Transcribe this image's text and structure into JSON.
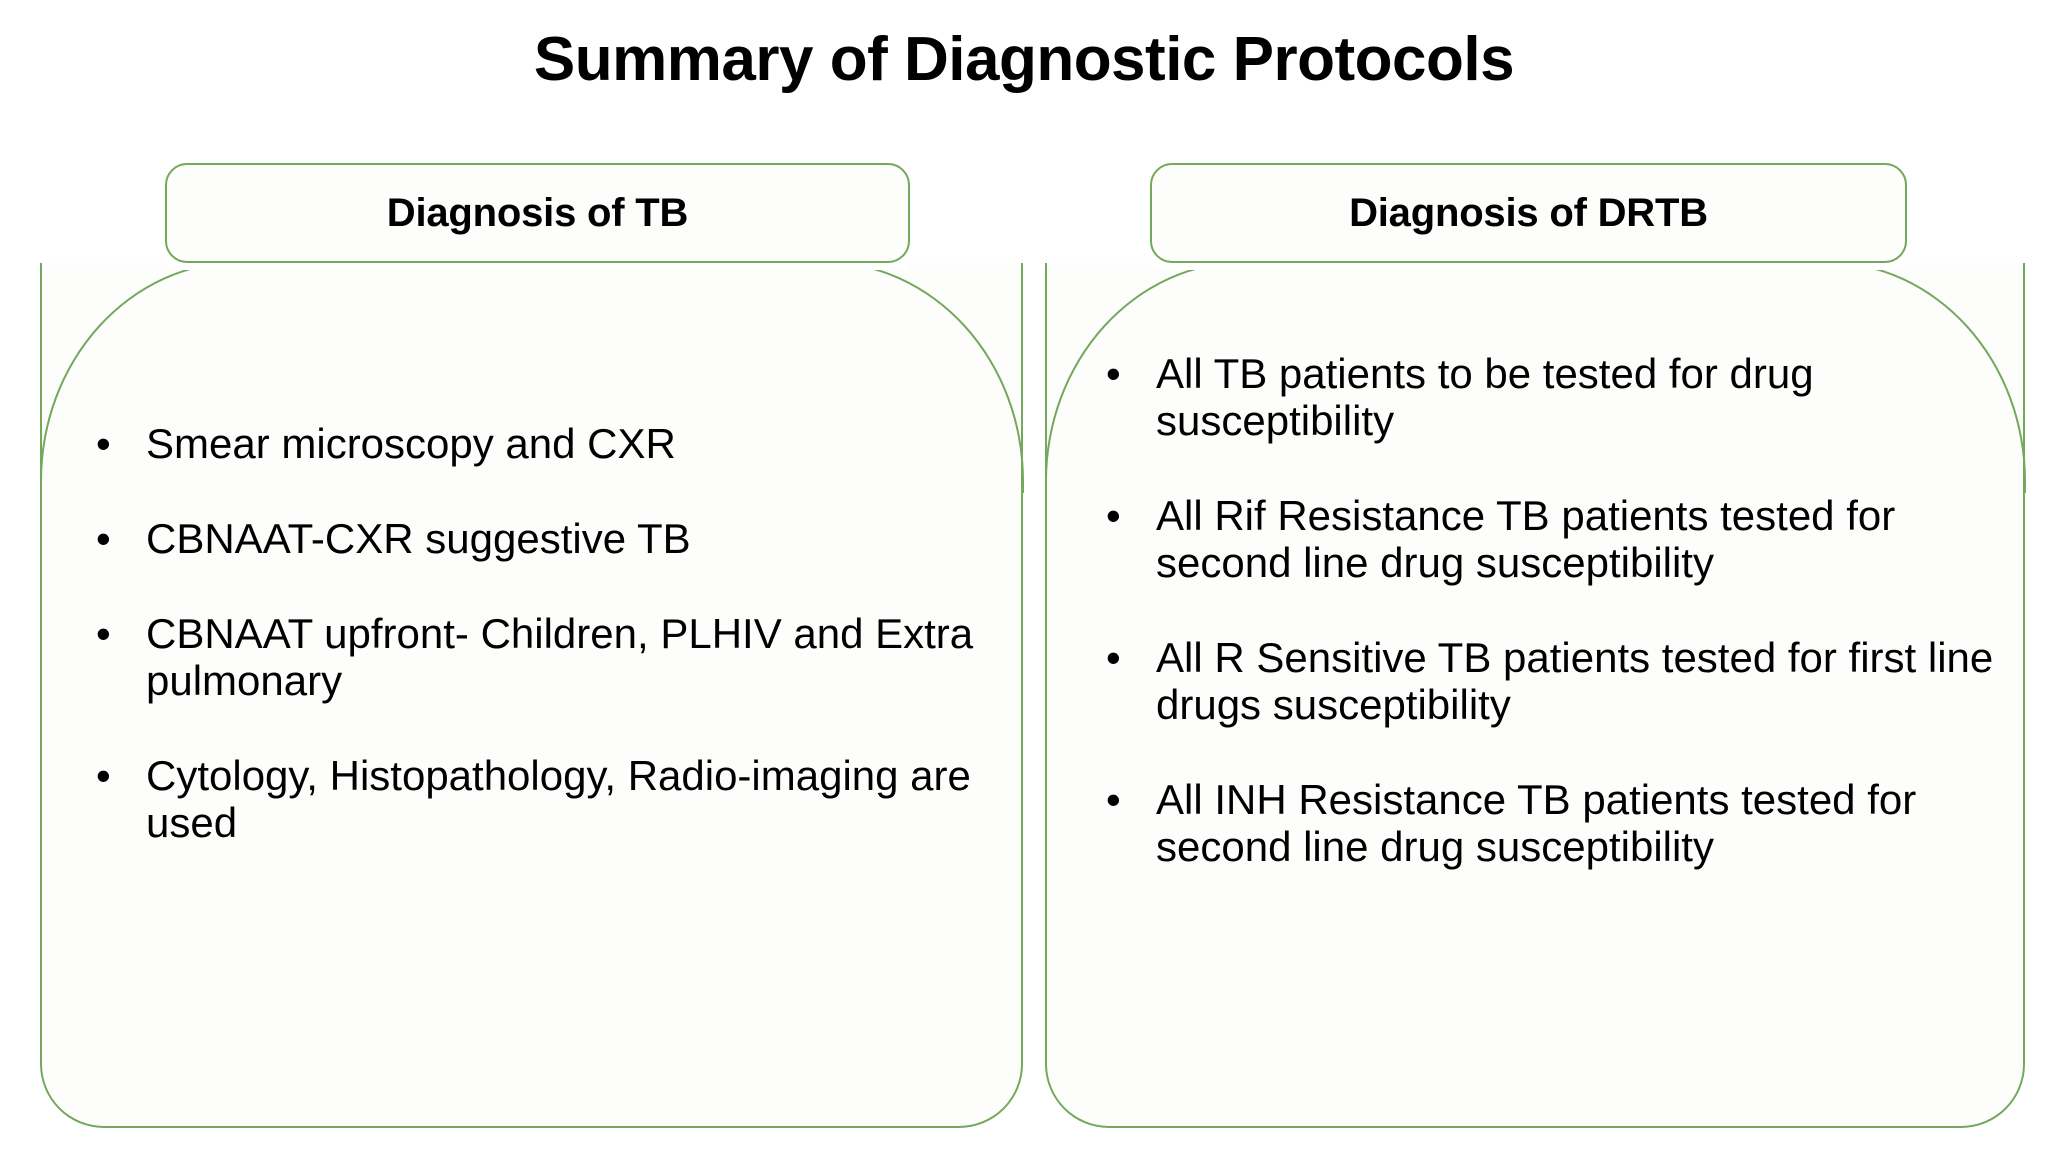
{
  "slide": {
    "title": "Summary of Diagnostic Protocols",
    "accent_color": "#74a85c",
    "background_color": "#ffffff",
    "text_color": "#000000"
  },
  "columns": [
    {
      "id": "diagnosis-of-tb",
      "header": "Diagnosis of TB",
      "bullet_glyph": "•",
      "bullets": [
        "Smear microscopy and CXR",
        "CBNAAT-CXR suggestive TB",
        "CBNAAT upfront- Children, PLHIV and Extra pulmonary",
        "Cytology, Histopathology, Radio-imaging are used"
      ]
    },
    {
      "id": "diagnosis-of-drtb",
      "header": "Diagnosis of DRTB",
      "bullet_glyph": "•",
      "bullets": [
        "All TB patients to be tested for drug susceptibility",
        "All Rif Resistance TB patients tested for second line drug susceptibility",
        "All R Sensitive TB patients tested for first line drugs susceptibility",
        "All INH Resistance TB patients tested for second line drug susceptibility"
      ]
    }
  ]
}
